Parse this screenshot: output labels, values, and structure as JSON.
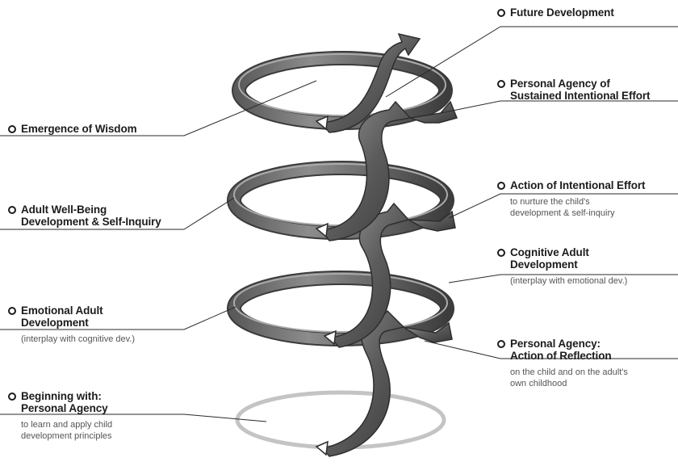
{
  "labels": {
    "future_development": "Future Development",
    "personal_agency_sustained_l1": "Personal Agency of",
    "personal_agency_sustained_l2": "Sustained Intentional Effort",
    "emergence_of_wisdom": "Emergence of Wisdom",
    "action_intentional_effort": "Action of Intentional Effort",
    "action_intentional_effort_sub_l1": "to nurture the child's",
    "action_intentional_effort_sub_l2": "development & self-inquiry",
    "adult_wellbeing_l1": "Adult Well-Being",
    "adult_wellbeing_l2": "Development & Self-Inquiry",
    "cognitive_adult_l1": "Cognitive Adult",
    "cognitive_adult_l2": "Development",
    "cognitive_adult_sub": "(interplay with emotional dev.)",
    "emotional_adult_l1": "Emotional Adult",
    "emotional_adult_l2": "Development",
    "emotional_adult_sub": "(interplay with cognitive dev.)",
    "personal_agency_reflection_l1": "Personal Agency:",
    "personal_agency_reflection_l2": "Action of Reflection",
    "personal_agency_reflection_sub_l1": "on the child and on the adult's",
    "personal_agency_reflection_sub_l2": "own childhood",
    "beginning_l1": "Beginning with:",
    "beginning_l2": "Personal Agency",
    "beginning_sub_l1": "to learn and apply child",
    "beginning_sub_l2": "development principles"
  },
  "colors": {
    "ring_dark": "#4a4a4a",
    "ring_mid": "#8a8a8a",
    "ring_light": "#c8c8c8",
    "base_ring": "#bdbdbd",
    "leader_line": "#2a2a2a"
  }
}
